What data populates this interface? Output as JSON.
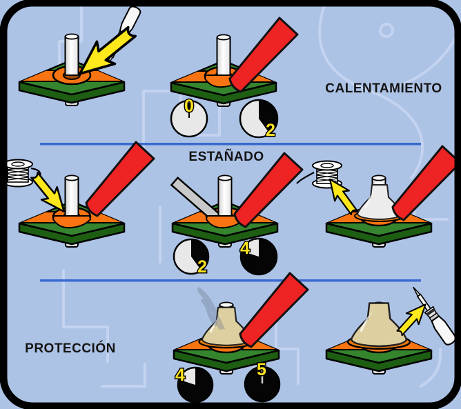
{
  "sections": {
    "heating": {
      "label": "CALENTAMIENTO"
    },
    "tinning": {
      "label": "ESTAÑADO"
    },
    "protection": {
      "label": "PROTECCIÓN"
    }
  },
  "timers": {
    "heating_start": {
      "value": "0",
      "seconds": 0,
      "dial_fraction": 0.0
    },
    "heating_end": {
      "value": "2",
      "seconds": 2,
      "dial_fraction": 0.4
    },
    "tinning_start": {
      "value": "2",
      "seconds": 2,
      "dial_fraction": 0.4
    },
    "tinning_end": {
      "value": "4",
      "seconds": 4,
      "dial_fraction": 0.8
    },
    "protection_start": {
      "value": "4",
      "seconds": 4,
      "dial_fraction": 0.8
    },
    "protection_end": {
      "value": "5",
      "seconds": 5,
      "dial_fraction": 1.0
    }
  },
  "colors": {
    "background": "#adc3e6",
    "frame": "#000000",
    "divider": "#3a6ace",
    "board_top_green": "#35842e",
    "board_side_green": "#1d5e13",
    "copper_orange": "#f87412",
    "iron_tip_red": "#ee2323",
    "arrow_yellow": "#ffe81c",
    "timer_digit_yellow": "#ffe31e",
    "solder_fillet_tan": "#ddcfa0",
    "solder_fillet_bright": "#ececec"
  }
}
